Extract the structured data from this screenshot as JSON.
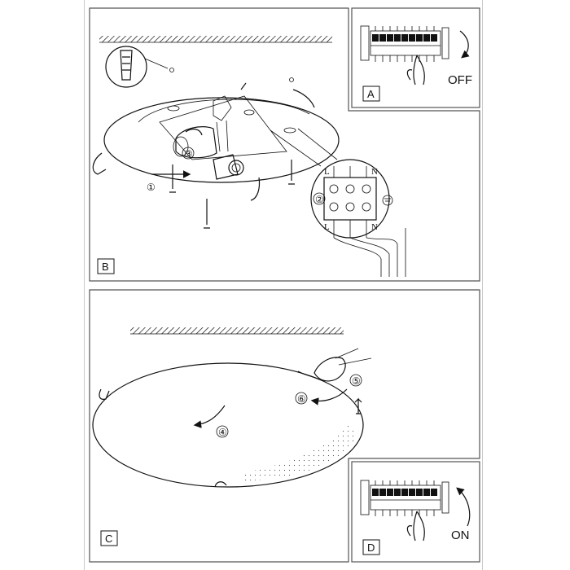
{
  "panels": {
    "a": {
      "label": "A",
      "switch_text": "OFF"
    },
    "b": {
      "label": "B",
      "step_mount": "①",
      "step_wiring": "②",
      "step_bulb": "③",
      "terminal_top": [
        "L",
        "N"
      ],
      "terminal_bottom": [
        "L",
        "N"
      ]
    },
    "c": {
      "label": "C",
      "step_rotate": "④",
      "step_lift": "⑤",
      "step_turn": "⑥"
    },
    "d": {
      "label": "D",
      "switch_text": "ON"
    }
  },
  "colors": {
    "line": "#111111",
    "frame": "#c9c9c9",
    "panel_border": "#555555"
  },
  "icons": [
    "wall-plug-icon",
    "screw-icon",
    "bulb-socket-icon",
    "terminal-block-icon",
    "ground-symbol-icon",
    "breaker-panel-icon",
    "hand-icon",
    "rotate-arrow-icon",
    "up-arrow-icon"
  ]
}
